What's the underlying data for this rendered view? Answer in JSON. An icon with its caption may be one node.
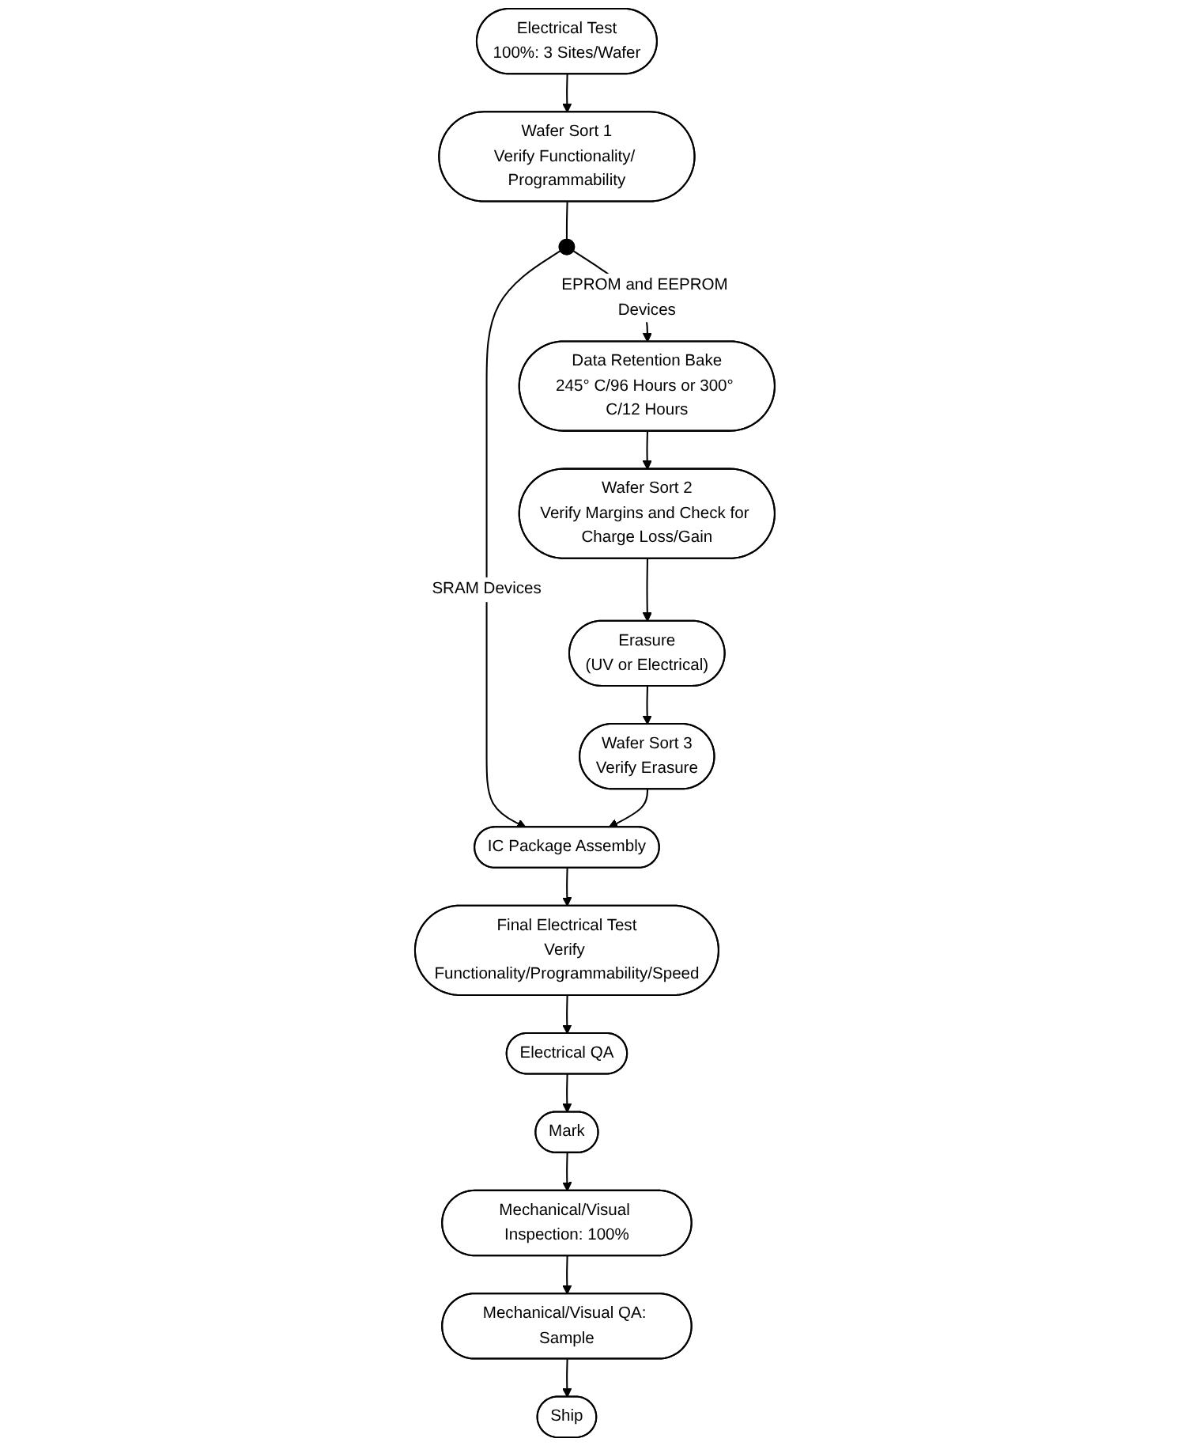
{
  "diagram": {
    "nodes": [
      {
        "text": [
          "Electrical Test",
          "100%: 3 Sites/Wafer"
        ]
      },
      {
        "text": [
          "Wafer Sort 1",
          "Verify Functionality/ Programmability"
        ]
      },
      {
        "text": [],
        "shape": "circle"
      },
      {
        "text": [
          "Data Retention Bake",
          "245° C/96 Hours or 300° C/12 Hours"
        ]
      },
      {
        "text": [
          "Wafer Sort 2",
          "Verify Margins and Check for Charge Loss/Gain"
        ]
      },
      {
        "text": [
          "Erasure",
          "(UV or Electrical)"
        ]
      },
      {
        "text": [
          "Wafer Sort 3",
          "Verify Erasure"
        ]
      },
      {
        "text": [
          "IC Package Assembly"
        ]
      },
      {
        "text": [
          "Final Electrical Test",
          "Verify Functionality/Programmability/Speed"
        ]
      },
      {
        "text": [
          "Electrical QA"
        ]
      },
      {
        "text": [
          "Mark"
        ]
      },
      {
        "text": [
          "Mechanical/Visual Inspection: 100%"
        ]
      },
      {
        "text": [
          "Mechanical/Visual QA: Sample"
        ]
      },
      {
        "text": [
          "Ship"
        ]
      }
    ],
    "edges": [
      {
        "from": 0,
        "to": 1,
        "arrow": "to"
      },
      {
        "from": 1,
        "to": 2,
        "arrow": "none"
      },
      {
        "from": 2,
        "to": 7,
        "arrow": "to",
        "label": "SRAM Devices"
      },
      {
        "from": 2,
        "to": 3,
        "arrow": "to",
        "label": "EPROM and EEPROM Devices"
      },
      {
        "from": 3,
        "to": 4,
        "arrow": "to"
      },
      {
        "from": 4,
        "to": 5,
        "arrow": "to"
      },
      {
        "from": 5,
        "to": 6,
        "arrow": "to"
      },
      {
        "from": 6,
        "to": 7,
        "arrow": "to"
      },
      {
        "from": 7,
        "to": 8,
        "arrow": "to"
      },
      {
        "from": 8,
        "to": 9,
        "arrow": "to"
      },
      {
        "from": 9,
        "to": 10,
        "arrow": "to"
      },
      {
        "from": 10,
        "to": 11,
        "arrow": "to"
      },
      {
        "from": 11,
        "to": 12,
        "arrow": "to"
      },
      {
        "from": 12,
        "to": 13,
        "arrow": "to"
      }
    ]
  }
}
